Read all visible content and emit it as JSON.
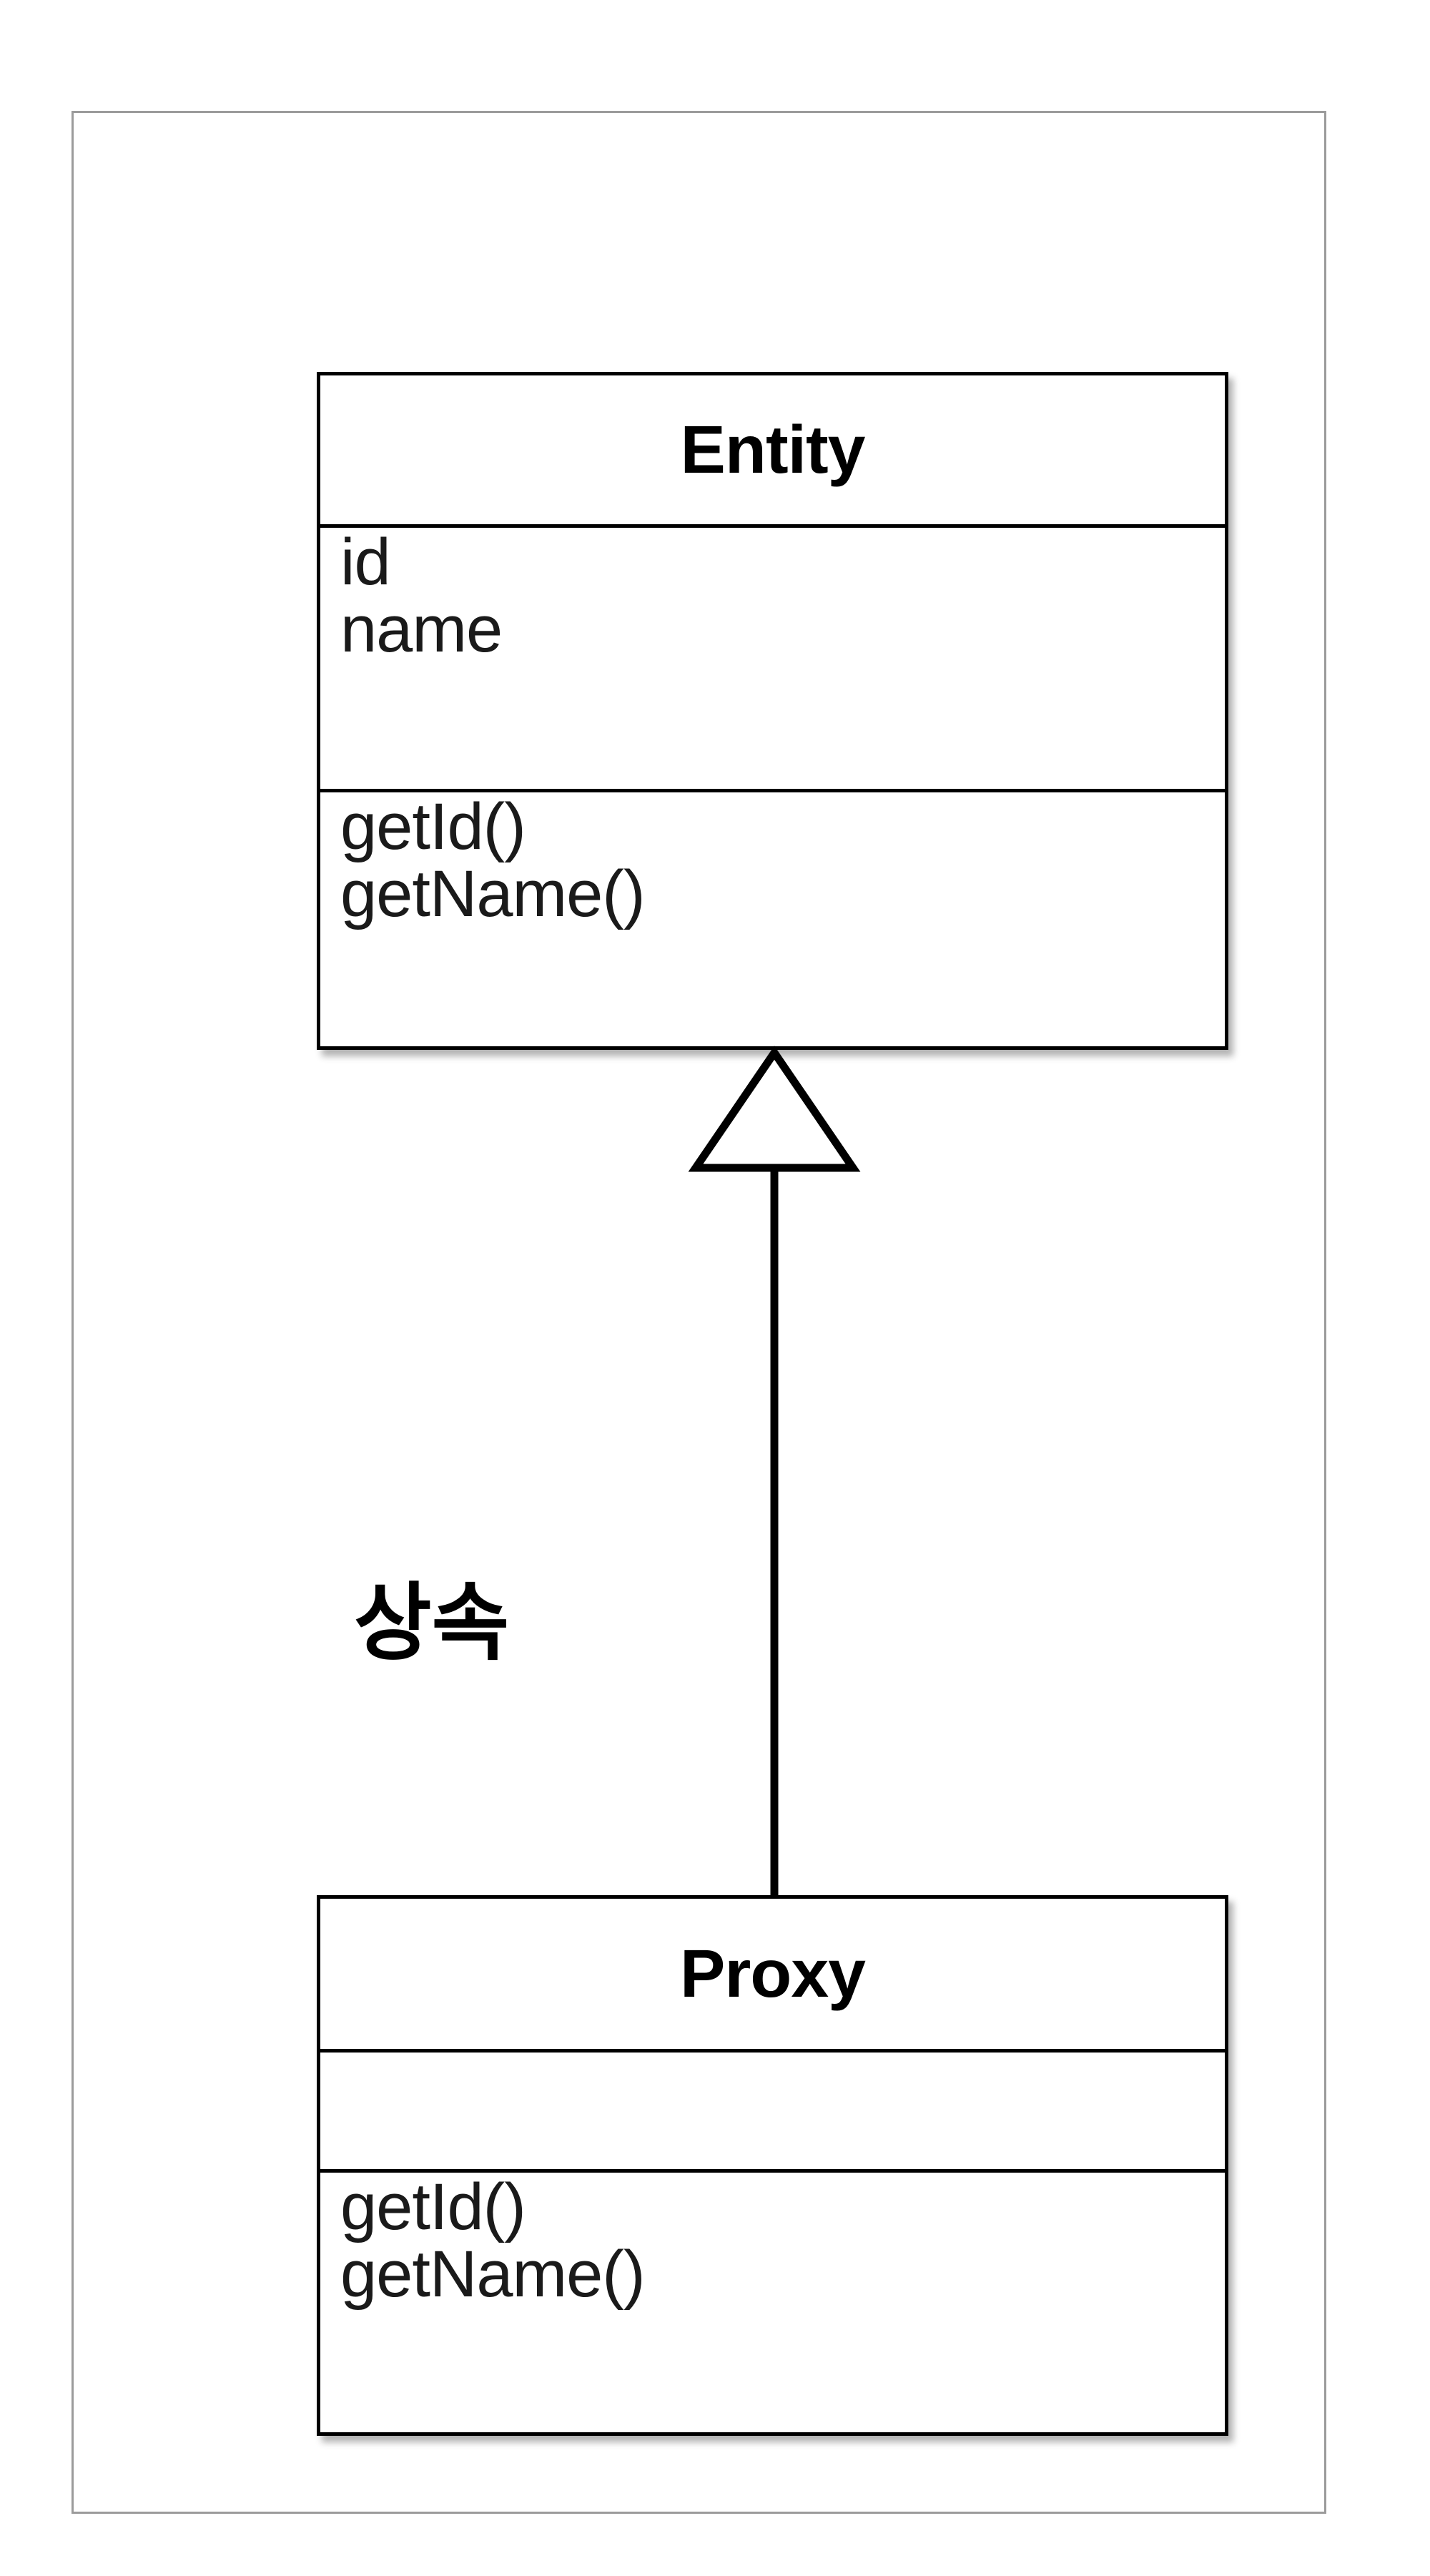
{
  "diagram": {
    "type": "uml-class-diagram",
    "background_color": "#ffffff",
    "frame_border_color": "#9b9b9b",
    "line_color": "#000000",
    "classes": [
      {
        "id": "entity",
        "name": "Entity",
        "attributes": [
          "id",
          "name"
        ],
        "operations": [
          "getId()",
          "getName()"
        ]
      },
      {
        "id": "proxy",
        "name": "Proxy",
        "attributes": [],
        "operations": [
          "getId()",
          "getName()"
        ]
      }
    ],
    "relationship": {
      "kind": "generalization",
      "label": "상속",
      "from": "Proxy",
      "to": "Entity",
      "arrowhead": "hollow-triangle"
    }
  }
}
